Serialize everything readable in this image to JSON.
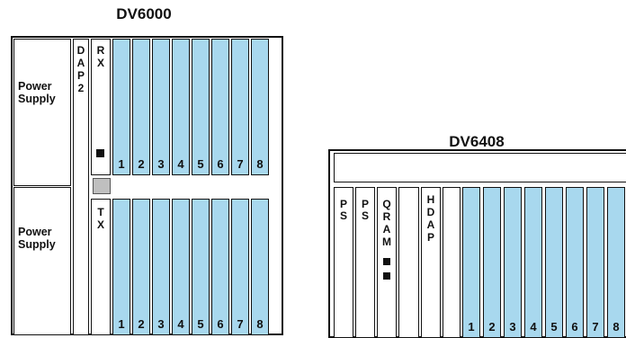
{
  "dv6000": {
    "title": "DV6000",
    "upper_supply": "Power\nSupply",
    "lower_supply": "Power\nSupply",
    "dap2": [
      "D",
      "A",
      "P",
      "2"
    ],
    "rx": [
      "R",
      "X"
    ],
    "tx": [
      "T",
      "X"
    ],
    "upper_slots": [
      "1",
      "2",
      "3",
      "4",
      "5",
      "6",
      "7",
      "8"
    ],
    "lower_slots": [
      "1",
      "2",
      "3",
      "4",
      "5",
      "6",
      "7",
      "8"
    ]
  },
  "dv6408": {
    "title": "DV6408",
    "ps1": [
      "P",
      "S"
    ],
    "ps2": [
      "P",
      "S"
    ],
    "qram": [
      "Q",
      "R",
      "A",
      "M"
    ],
    "hdap": [
      "H",
      "D",
      "A",
      "P"
    ],
    "slots": [
      "1",
      "2",
      "3",
      "4",
      "5",
      "6",
      "7",
      "8"
    ]
  },
  "colors": {
    "slot_fill": "#a8d8ee",
    "outline": "#111111",
    "indicator_grey": "#bfbfbf"
  }
}
